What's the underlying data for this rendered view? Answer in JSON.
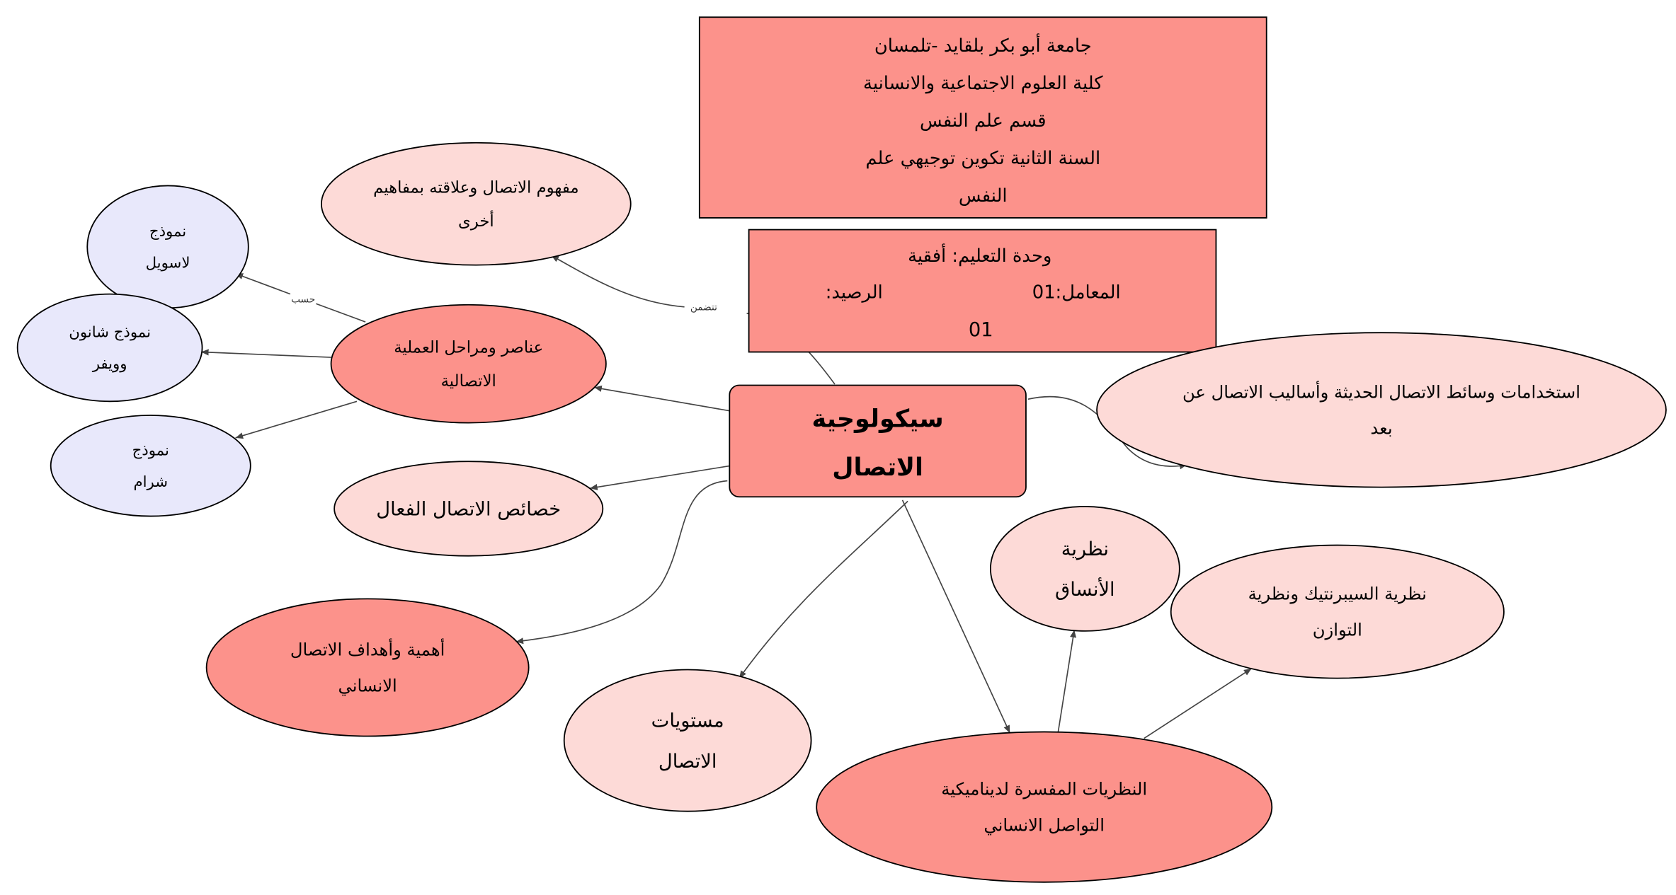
{
  "colors": {
    "dark": "#fc928b",
    "light": "#fddad7",
    "lavender": "#e8e8fb"
  },
  "header": {
    "lines": [
      "جامعة أبو بكر بلقايد -تلمسان",
      "كلية العلوم الاجتماعية والانسانية",
      "قسم علم النفس",
      "السنة الثانية تكوين توجيهي علم",
      "النفس"
    ]
  },
  "unit": {
    "line1": "وحدة التعليم: أفقية",
    "coef": "المعامل:01",
    "credit_label": "الرصيد:",
    "credit_value": "01"
  },
  "center": {
    "lines": [
      "سيكولوجية",
      "الاتصال"
    ]
  },
  "nodes": {
    "concept": {
      "lines": [
        "مفهوم الاتصال وعلاقته بمفاهيم",
        "أخرى"
      ]
    },
    "lasswell": {
      "lines": [
        "نموذج",
        "لاسويل"
      ]
    },
    "shannon": {
      "lines": [
        "نموذج شانون",
        "وويفر"
      ]
    },
    "schramm": {
      "lines": [
        "نموذج",
        "شرام"
      ]
    },
    "elements": {
      "lines": [
        "عناصر ومراحل العملية",
        "الاتصالية"
      ]
    },
    "features": {
      "lines": [
        "خصائص الاتصال الفعال"
      ]
    },
    "importance": {
      "lines": [
        "أهمية وأهداف الاتصال",
        "الانساني"
      ]
    },
    "levels": {
      "lines": [
        "مستويات",
        "الاتصال"
      ]
    },
    "theories": {
      "lines": [
        "النظريات المفسرة لديناميكية",
        "التواصل الانساني"
      ]
    },
    "systems": {
      "lines": [
        "نظرية",
        "الأنساق"
      ]
    },
    "cybernetics": {
      "lines": [
        "نظرية السيبرنتيك ونظرية",
        "التوازن"
      ]
    },
    "media": {
      "lines": [
        "استخدامات وسائط الاتصال الحديثة  وأساليب الاتصال عن",
        "بعد"
      ]
    }
  },
  "edge_labels": {
    "includes": "تتضمن",
    "according": "حسب"
  }
}
